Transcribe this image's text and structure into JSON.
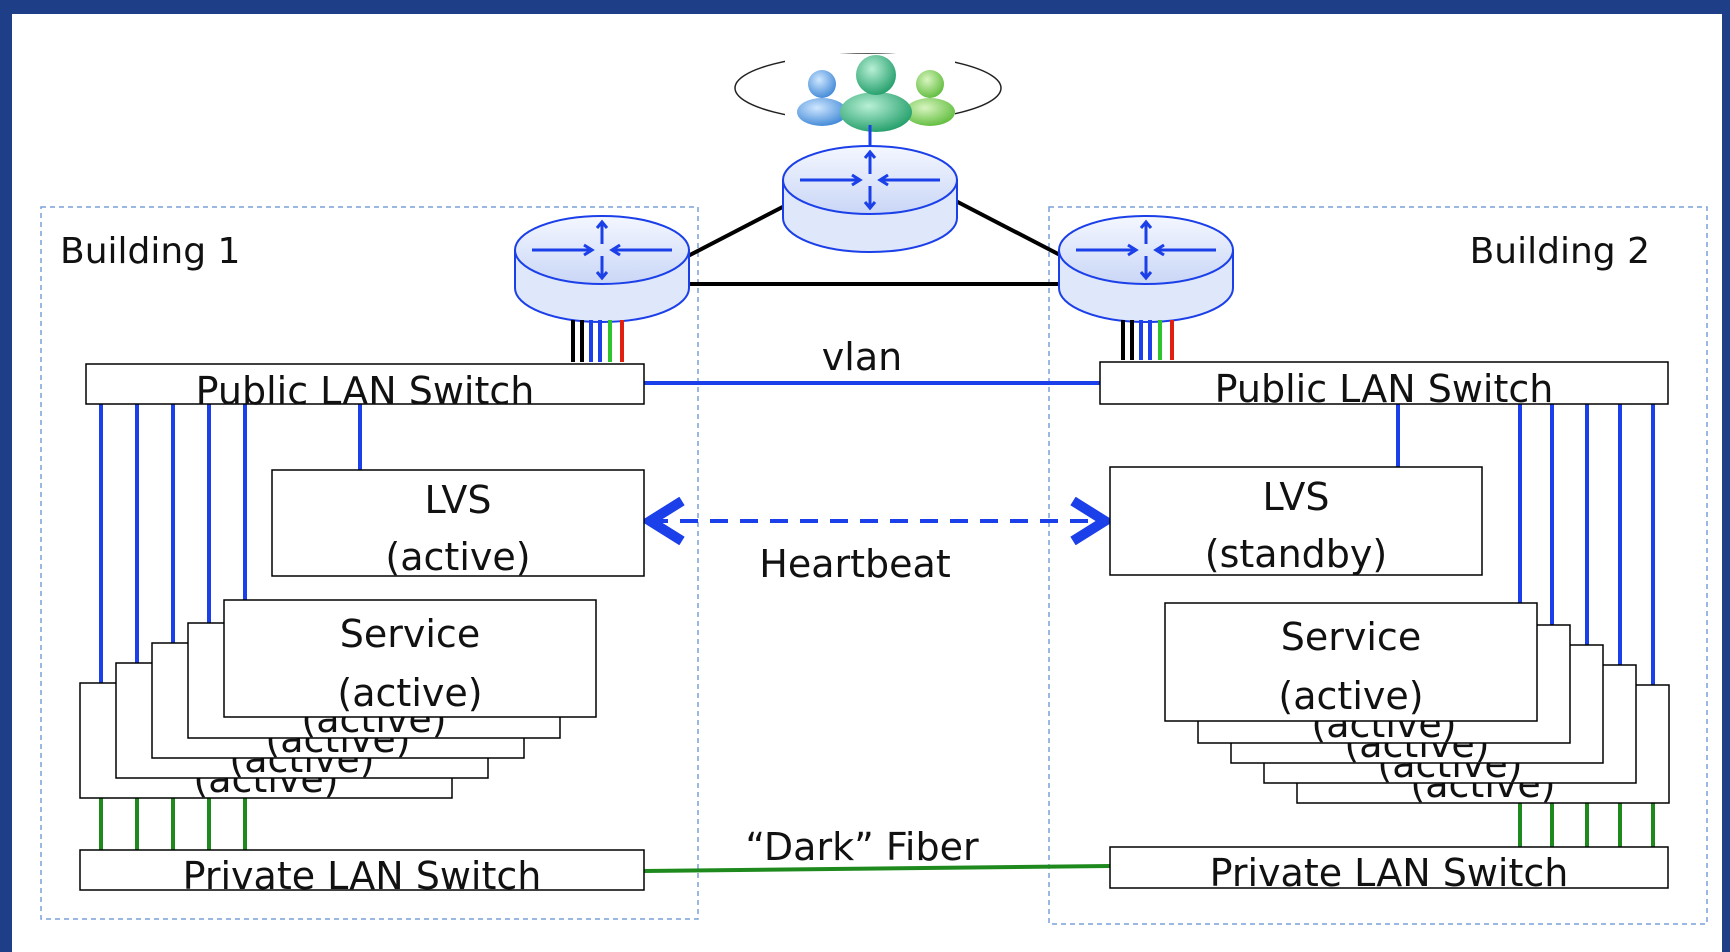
{
  "buildings": [
    {
      "label": "Building 1"
    },
    {
      "label": "Building 2"
    }
  ],
  "public_switch_label": "Public LAN Switch",
  "private_switch_label": "Private LAN Switch",
  "lvs": {
    "name": "LVS",
    "building1_state": "(active)",
    "building2_state": "(standby)"
  },
  "service": {
    "name": "Service",
    "state": "(active)"
  },
  "links": {
    "vlan": "vlan",
    "heartbeat": "Heartbeat",
    "fiber": "“Dark” Fiber"
  },
  "colors": {
    "frame_border": "#1e3f88",
    "blue_link": "#1b3fe8",
    "green_link": "#1e8a1e",
    "red_link": "#e02010",
    "router_body": "#dfe7fb",
    "router_stroke": "#1b3fe8",
    "dashed_border": "#7aa0d8",
    "users_icon": "#2fbf85"
  },
  "icons": [
    "users-icon",
    "router-icon"
  ]
}
